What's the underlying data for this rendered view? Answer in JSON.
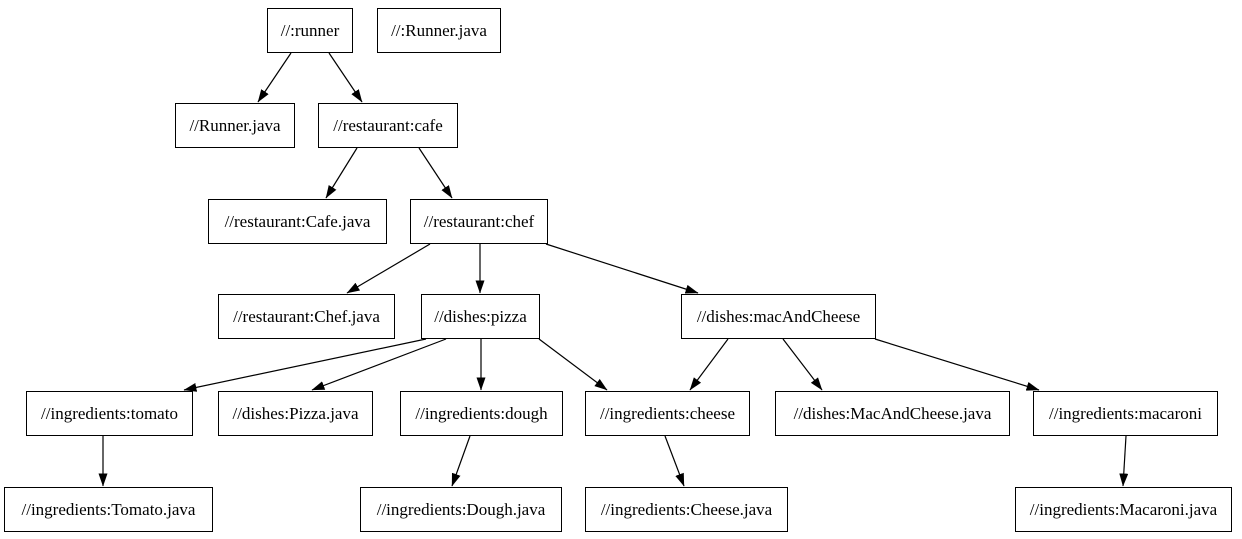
{
  "diagram": {
    "type": "dependency-graph",
    "background_color": "#ffffff",
    "node_fill_color": "#ffffff",
    "node_border_color": "#000000",
    "edge_color": "#000000",
    "text_color": "#000000",
    "nodes": [
      {
        "id": "runner",
        "label": "//:runner"
      },
      {
        "id": "runner-java-root",
        "label": "//:Runner.java"
      },
      {
        "id": "runner-java",
        "label": "//Runner.java"
      },
      {
        "id": "cafe",
        "label": "//restaurant:cafe"
      },
      {
        "id": "cafe-java",
        "label": "//restaurant:Cafe.java"
      },
      {
        "id": "chef",
        "label": "//restaurant:chef"
      },
      {
        "id": "chef-java",
        "label": "//restaurant:Chef.java"
      },
      {
        "id": "pizza",
        "label": "//dishes:pizza"
      },
      {
        "id": "mac-and-cheese",
        "label": "//dishes:macAndCheese"
      },
      {
        "id": "tomato",
        "label": "//ingredients:tomato"
      },
      {
        "id": "pizza-java",
        "label": "//dishes:Pizza.java"
      },
      {
        "id": "dough",
        "label": "//ingredients:dough"
      },
      {
        "id": "cheese",
        "label": "//ingredients:cheese"
      },
      {
        "id": "mac-and-cheese-java",
        "label": "//dishes:MacAndCheese.java"
      },
      {
        "id": "macaroni",
        "label": "//ingredients:macaroni"
      },
      {
        "id": "tomato-java",
        "label": "//ingredients:Tomato.java"
      },
      {
        "id": "dough-java",
        "label": "//ingredients:Dough.java"
      },
      {
        "id": "cheese-java",
        "label": "//ingredients:Cheese.java"
      },
      {
        "id": "macaroni-java",
        "label": "//ingredients:Macaroni.java"
      }
    ],
    "edges": [
      {
        "from": "//:runner",
        "to": "//Runner.java"
      },
      {
        "from": "//:runner",
        "to": "//restaurant:cafe"
      },
      {
        "from": "//restaurant:cafe",
        "to": "//restaurant:Cafe.java"
      },
      {
        "from": "//restaurant:cafe",
        "to": "//restaurant:chef"
      },
      {
        "from": "//restaurant:chef",
        "to": "//restaurant:Chef.java"
      },
      {
        "from": "//restaurant:chef",
        "to": "//dishes:pizza"
      },
      {
        "from": "//restaurant:chef",
        "to": "//dishes:macAndCheese"
      },
      {
        "from": "//dishes:pizza",
        "to": "//ingredients:tomato"
      },
      {
        "from": "//dishes:pizza",
        "to": "//dishes:Pizza.java"
      },
      {
        "from": "//dishes:pizza",
        "to": "//ingredients:dough"
      },
      {
        "from": "//dishes:pizza",
        "to": "//ingredients:cheese"
      },
      {
        "from": "//dishes:macAndCheese",
        "to": "//ingredients:cheese"
      },
      {
        "from": "//dishes:macAndCheese",
        "to": "//dishes:MacAndCheese.java"
      },
      {
        "from": "//dishes:macAndCheese",
        "to": "//ingredients:macaroni"
      },
      {
        "from": "//ingredients:tomato",
        "to": "//ingredients:Tomato.java"
      },
      {
        "from": "//ingredients:dough",
        "to": "//ingredients:Dough.java"
      },
      {
        "from": "//ingredients:cheese",
        "to": "//ingredients:Cheese.java"
      },
      {
        "from": "//ingredients:macaroni",
        "to": "//ingredients:Macaroni.java"
      }
    ]
  }
}
